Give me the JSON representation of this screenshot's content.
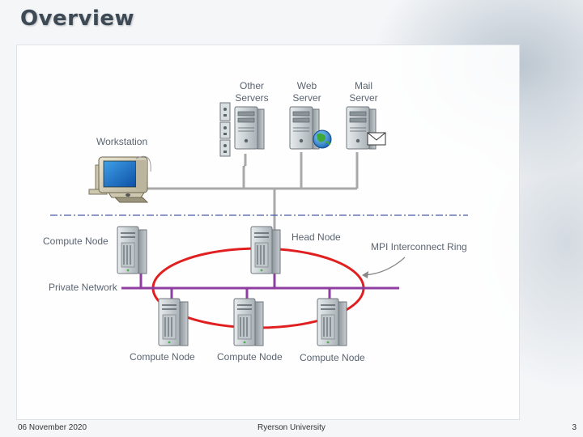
{
  "slide": {
    "title": "Overview"
  },
  "labels": {
    "other_servers": [
      "Other",
      "Servers"
    ],
    "web_server": [
      "Web",
      "Server"
    ],
    "mail_server": [
      "Mail",
      "Server"
    ],
    "workstation": "Workstation",
    "compute_node_left": "Compute Node",
    "head_node": "Head Node",
    "mpi_ring": "MPI Interconnect Ring",
    "private_network": "Private Network",
    "compute_node_1": "Compute Node",
    "compute_node_2": "Compute Node",
    "compute_node_3": "Compute Node"
  },
  "footer": {
    "date": "06 November 2020",
    "organization": "Ryerson University",
    "page_number": "3"
  },
  "colors": {
    "network_line": "#a9a9a9",
    "private_network": "#8e3ea0",
    "mpi_ring": "#e02020",
    "divider": "#4a5aa8"
  }
}
